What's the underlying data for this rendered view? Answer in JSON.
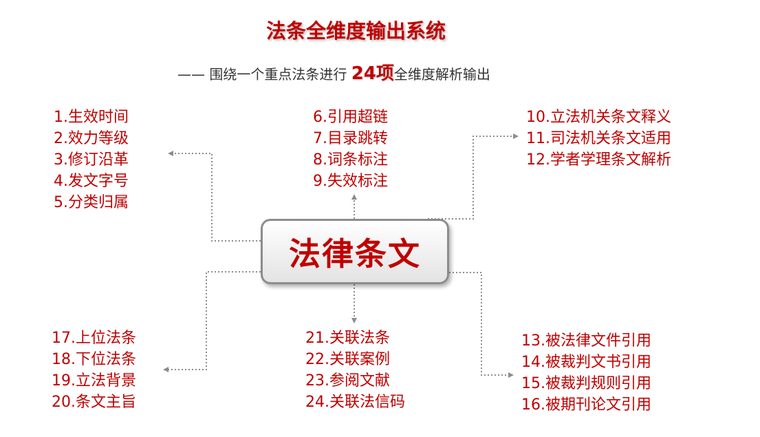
{
  "title": "法条全维度输出系统",
  "subtitle": {
    "prefix": "—— 围绕一个重点法条进行 ",
    "number": "24项",
    "suffix": "全维度解析输出"
  },
  "center": {
    "label": "法律条文"
  },
  "groups": [
    {
      "id": "top-left",
      "items": [
        "1.生效时间",
        "2.效力等级",
        "3.修订沿革",
        "4.发文字号",
        "5.分类归属"
      ]
    },
    {
      "id": "top-center",
      "items": [
        "6.引用超链",
        "7.目录跳转",
        "8.词条标注",
        "9.失效标注"
      ]
    },
    {
      "id": "top-right",
      "items": [
        "10.立法机关条文释义",
        "11.司法机关条文适用",
        "12.学者学理条文解析"
      ]
    },
    {
      "id": "bottom-right",
      "items": [
        "13.被法律文件引用",
        "14.被裁判文书引用",
        "15.被裁判规则引用",
        "16.被期刊论文引用"
      ]
    },
    {
      "id": "bottom-left",
      "items": [
        "17.上位法条",
        "18.下位法条",
        "19.立法背景",
        "20.条文主旨"
      ]
    },
    {
      "id": "bottom-center",
      "items": [
        "21.关联法条",
        "22.关联案例",
        "23.参阅文献",
        "24.关联法信码"
      ]
    }
  ],
  "colors": {
    "accent": "#c00000",
    "connector": "#8c8c8c",
    "node_border": "#8c8c8c"
  }
}
